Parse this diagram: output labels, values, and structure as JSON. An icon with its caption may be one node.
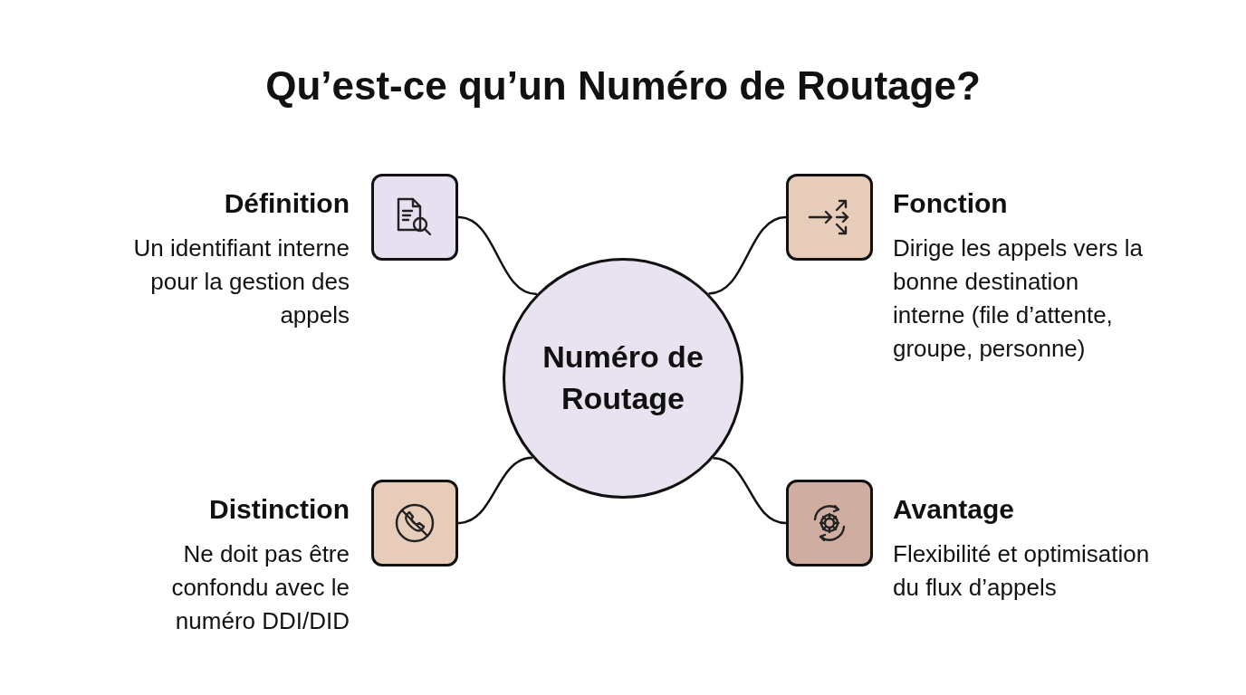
{
  "diagram": {
    "title": "Qu’est-ce qu’un Numéro de Routage?",
    "nodes": [
      {
        "text": [],
        "shape": "box",
        "beside": [
          "Définition",
          "Un identifiant interne pour la gestion des appels"
        ]
      },
      {
        "text": [],
        "shape": "box",
        "beside": [
          "Fonction",
          "Dirige les appels vers la bonne destination interne (file d’attente, groupe, personne)"
        ]
      },
      {
        "text": [
          "Numéro de Routage"
        ]
      },
      {
        "text": [],
        "shape": "box",
        "beside": [
          "Distinction",
          "Ne doit pas être confondu avec le numéro DDI/DID"
        ]
      },
      {
        "text": [],
        "shape": "box",
        "beside": [
          "Avantage",
          "Flexibilité et optimisation du flux d’appels"
        ]
      }
    ],
    "edges": [
      {
        "from": 2,
        "to": 0,
        "arrow": "none"
      },
      {
        "from": 2,
        "to": 1,
        "arrow": "none"
      },
      {
        "from": 2,
        "to": 3,
        "arrow": "none"
      },
      {
        "from": 2,
        "to": 4,
        "arrow": "none"
      }
    ]
  }
}
